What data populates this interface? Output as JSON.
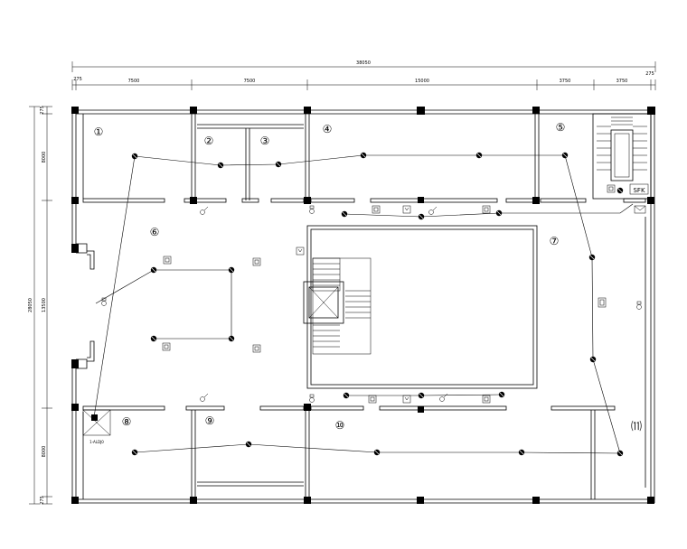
{
  "dimensions": {
    "total_width": "38050",
    "top_segments": [
      "275",
      "7500",
      "7500",
      "15000",
      "3750",
      "3750",
      "275"
    ],
    "total_height": "28050",
    "left_segments": [
      "275",
      "8000",
      "13500",
      "8000",
      "275"
    ]
  },
  "rooms": [
    {
      "id": "r1",
      "label": "①"
    },
    {
      "id": "r2",
      "label": "②"
    },
    {
      "id": "r3",
      "label": "③"
    },
    {
      "id": "r4",
      "label": "④"
    },
    {
      "id": "r5",
      "label": "⑤"
    },
    {
      "id": "r6",
      "label": "⑥"
    },
    {
      "id": "r7",
      "label": "⑦"
    },
    {
      "id": "r8",
      "label": "⑧"
    },
    {
      "id": "r9",
      "label": "⑨"
    },
    {
      "id": "r10",
      "label": "⑩"
    },
    {
      "id": "r11",
      "label": "⑾"
    }
  ],
  "labels": {
    "panel": "SFK",
    "shaft_note": "1-ALDJ0"
  },
  "colors": {
    "line": "#000000",
    "background": "#ffffff"
  }
}
